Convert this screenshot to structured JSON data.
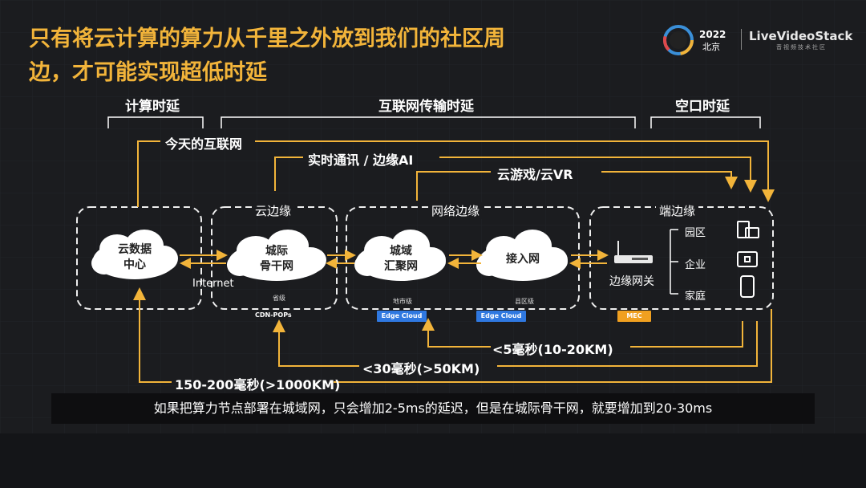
{
  "slide": {
    "title_line1": "只有将云计算的算力从千里之外放到我们的社区周",
    "title_line2": "边，才可能实现超低时延",
    "logo": {
      "year": "2022",
      "city": "北京",
      "brand": "LiveVideoStack",
      "sub": "音视频技术社区"
    }
  },
  "categories": {
    "compute": "计算时延",
    "transport": "互联网传输时延",
    "air": "空口时延"
  },
  "paths": {
    "today": "今天的互联网",
    "rtc": "实时通讯 / 边缘AI",
    "gaming": "云游戏/云VR"
  },
  "boxes": {
    "cloud_edge": "云边缘",
    "network_edge": "网络边缘",
    "device_edge": "端边缘"
  },
  "nodes": {
    "datacenter": [
      "云数据",
      "中心"
    ],
    "backbone": [
      "城际",
      "骨干网"
    ],
    "metro": [
      "城域",
      "汇聚网"
    ],
    "access": "接入网",
    "internet": "Internet",
    "gateway": "边缘网关"
  },
  "levels": {
    "province": "省级",
    "city": "地市级",
    "county": "县区级",
    "cdn": "CDN-POPs"
  },
  "badges": {
    "edge1": "Edge Cloud",
    "edge2": "Edge Cloud",
    "mec": "MEC"
  },
  "endpoints": {
    "park": "园区",
    "enterprise": "企业",
    "home": "家庭"
  },
  "latencies": {
    "l5": "<5毫秒(10-20KM)",
    "l30": "<30毫秒(>50KM)",
    "l150": "150-200毫秒(>1000KM)"
  },
  "note": "如果把算力节点部署在城域网，只会增加2-5ms的延迟，但是在城际骨干网，就要增加到20-30ms",
  "colors": {
    "accent": "#f2b43a",
    "badge": "#2f78e0",
    "mec": "#f0a020"
  }
}
